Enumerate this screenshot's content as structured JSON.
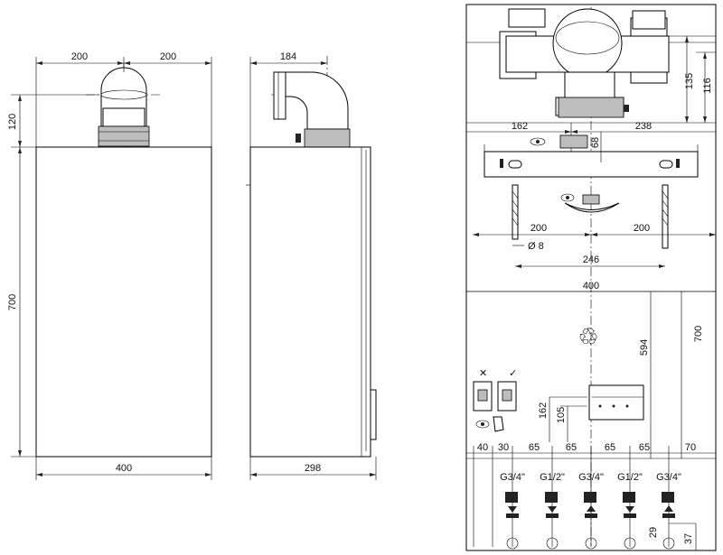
{
  "front_view": {
    "dim_left_top": "200",
    "dim_right_top": "200",
    "dim_height_flue": "120",
    "dim_height_body": "700",
    "dim_width": "400"
  },
  "side_view": {
    "dim_flue_offset": "184",
    "dim_depth": "298"
  },
  "template_sheet": {
    "dim_135": "135",
    "dim_116": "116",
    "dim_162_top": "162",
    "dim_238": "238",
    "dim_68": "68",
    "dim_200_left": "200",
    "dim_200_right": "200",
    "dim_dia8": "Ø 8",
    "dim_246": "246",
    "dim_400": "400",
    "dim_594": "594",
    "dim_700": "700",
    "dim_162_side": "162",
    "dim_105": "105",
    "bottom_spacings": [
      "40",
      "30",
      "65",
      "65",
      "65",
      "65",
      "70"
    ],
    "connections": [
      "G3/4\"",
      "G1/2\"",
      "G3/4\"",
      "G1/2\"",
      "G3/4\""
    ],
    "dim_29": "29",
    "dim_37": "37",
    "wrong_mark": "✕",
    "right_mark": "✓",
    "recycle_symbol": "♲"
  }
}
